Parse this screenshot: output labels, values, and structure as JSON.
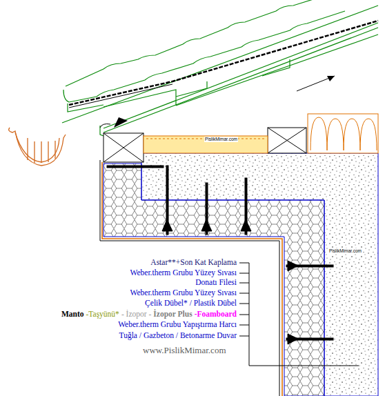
{
  "diagram": {
    "labels": [
      "Astar**+Son Kat Kaplama",
      "Weber.therm Grubu Yüzey Sıvası",
      "Donatı Filesi",
      "Weber.therm Grubu Yüzey Sıvası",
      "Çelik Dübel* / Plastik Dübel",
      "Manto",
      "-Taşyünü*",
      "- İzopor -",
      "İzopor Plus",
      "-Foamboard",
      "Weber.therm Grubu Yapıştırma Harcı",
      "Tuğla / Gazbeton / Betonarme Duvar",
      "www.PislikMimar.com",
      "PislikMimar.com",
      "PislikMimar.com"
    ]
  }
}
